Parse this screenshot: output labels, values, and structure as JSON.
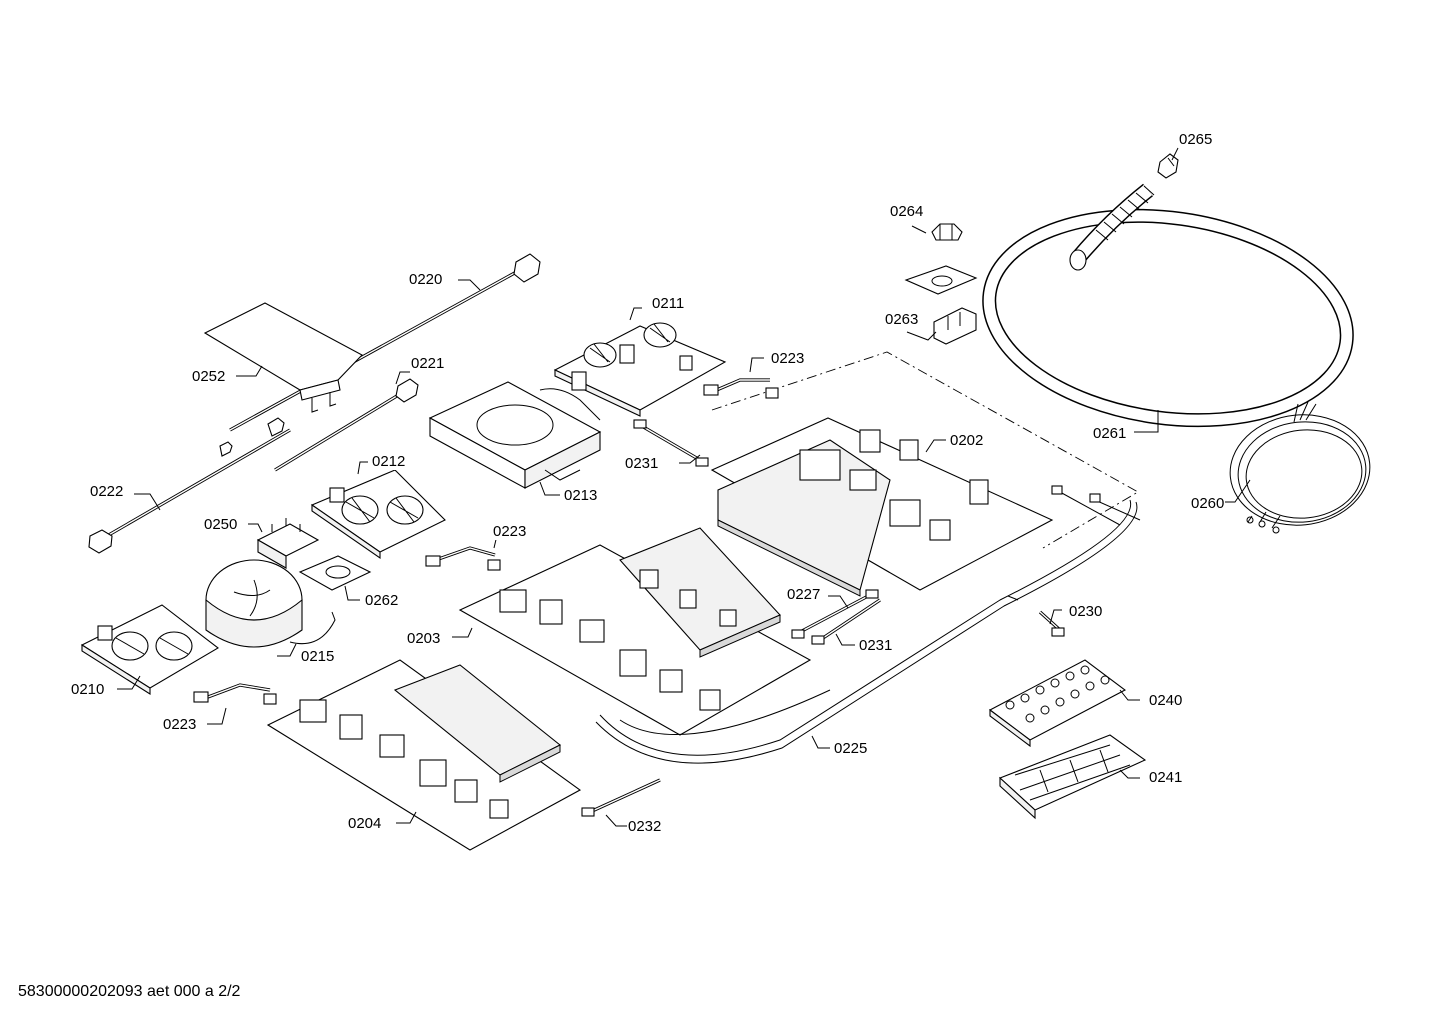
{
  "document_id": "58300000202093 aet 000 a 2/2",
  "parts": [
    {
      "id": "p0265",
      "label": "0265"
    },
    {
      "id": "p0264",
      "label": "0264"
    },
    {
      "id": "p0263",
      "label": "0263"
    },
    {
      "id": "p0261",
      "label": "0261"
    },
    {
      "id": "p0260",
      "label": "0260"
    },
    {
      "id": "p0220",
      "label": "0220"
    },
    {
      "id": "p0211",
      "label": "0211"
    },
    {
      "id": "p0223a",
      "label": "0223"
    },
    {
      "id": "p0252",
      "label": "0252"
    },
    {
      "id": "p0221",
      "label": "0221"
    },
    {
      "id": "p0202",
      "label": "0202"
    },
    {
      "id": "p0231a",
      "label": "0231"
    },
    {
      "id": "p0213",
      "label": "0213"
    },
    {
      "id": "p0212",
      "label": "0212"
    },
    {
      "id": "p0222",
      "label": "0222"
    },
    {
      "id": "p0250",
      "label": "0250"
    },
    {
      "id": "p0223b",
      "label": "0223"
    },
    {
      "id": "p0262",
      "label": "0262"
    },
    {
      "id": "p0227",
      "label": "0227"
    },
    {
      "id": "p0230",
      "label": "0230"
    },
    {
      "id": "p0203",
      "label": "0203"
    },
    {
      "id": "p0231b",
      "label": "0231"
    },
    {
      "id": "p0215",
      "label": "0215"
    },
    {
      "id": "p0210",
      "label": "0210"
    },
    {
      "id": "p0240",
      "label": "0240"
    },
    {
      "id": "p0223c",
      "label": "0223"
    },
    {
      "id": "p0225",
      "label": "0225"
    },
    {
      "id": "p0241",
      "label": "0241"
    },
    {
      "id": "p0204",
      "label": "0204"
    },
    {
      "id": "p0232",
      "label": "0232"
    }
  ]
}
